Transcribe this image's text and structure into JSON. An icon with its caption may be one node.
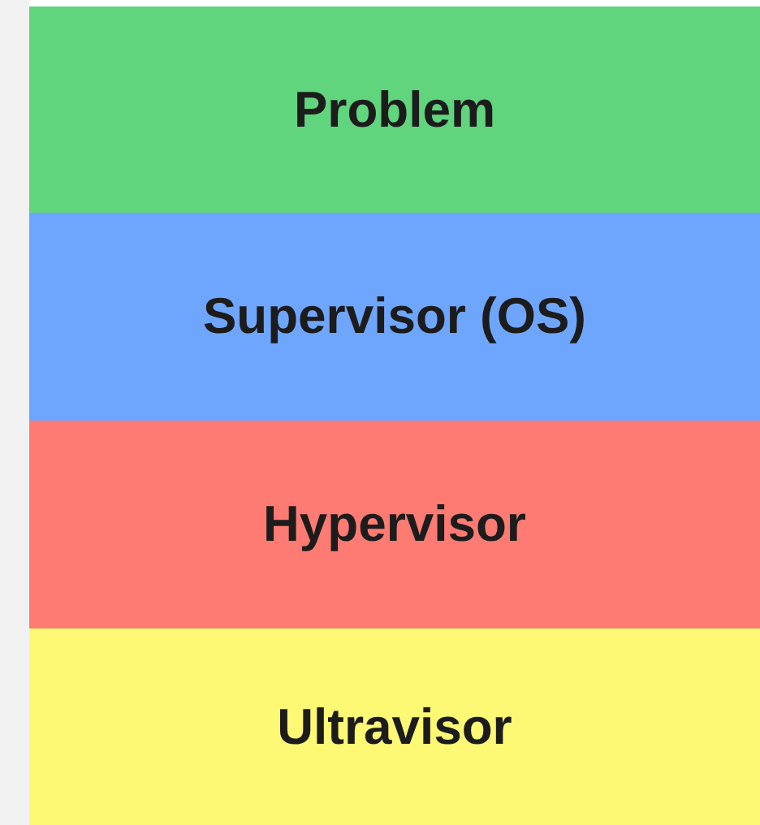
{
  "diagram": {
    "nodes": [
      {
        "text": [
          "Problem"
        ]
      },
      {
        "text": [
          "Supervisor (OS)"
        ]
      },
      {
        "text": [
          "Hypervisor"
        ]
      },
      {
        "text": [
          "Ultravisor"
        ]
      }
    ]
  }
}
